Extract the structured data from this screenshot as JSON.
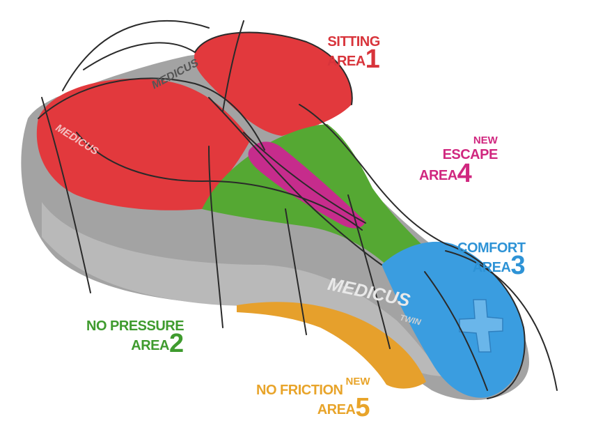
{
  "labels": {
    "sitting": {
      "line1": "SITTING",
      "line2": "AREA",
      "number": "1",
      "color": "#d8343b"
    },
    "no_pressure": {
      "line1": "NO PRESSURE",
      "line2": "AREA",
      "number": "2",
      "color": "#3f9b2e"
    },
    "comfort": {
      "line1": "COMFORT",
      "line2": "AREA",
      "number": "3",
      "color": "#2e93d6"
    },
    "escape": {
      "line1": "ESCAPE",
      "line2": "AREA",
      "number": "4",
      "new": "NEW",
      "color": "#d0277f"
    },
    "no_friction": {
      "line1": "NO FRICTION",
      "line2": "AREA",
      "number": "5",
      "new": "NEW",
      "color": "#e8a42a"
    }
  },
  "branding": {
    "side_logo": "MEDICUS",
    "side_model": "TWIN",
    "top_logo": "MEDICUS"
  },
  "colors": {
    "base_gray": "#9a9a9a",
    "sitting_red": "#e2393d",
    "pressure_green": "#55a833",
    "comfort_blue": "#3a9de0",
    "escape_magenta": "#c62c8c",
    "friction_orange": "#e6a02c"
  }
}
